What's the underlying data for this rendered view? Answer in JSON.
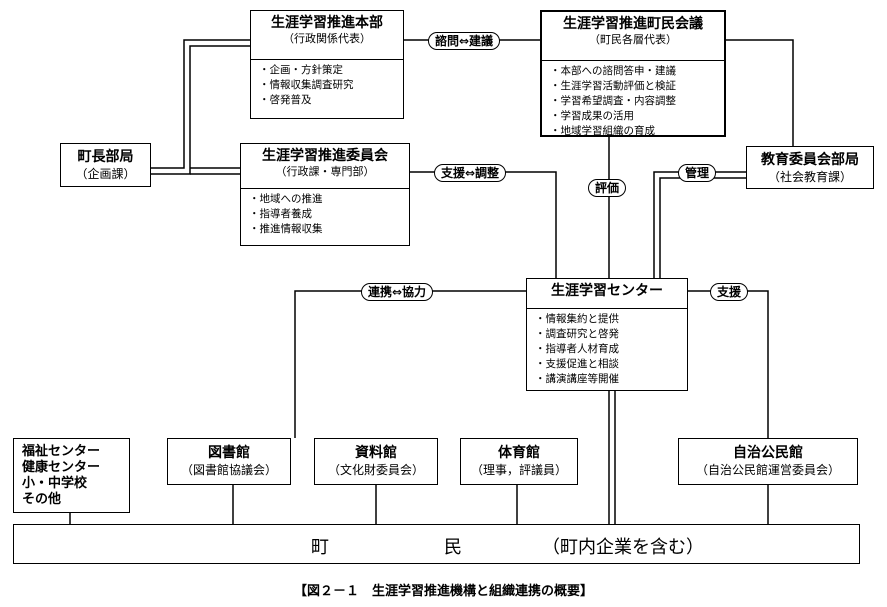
{
  "honbu": {
    "title": "生涯学習推進本部",
    "sub": "（行政関係代表）",
    "items": [
      "企画・方針策定",
      "情報収集調査研究",
      "啓発普及"
    ]
  },
  "kaigi": {
    "title": "生涯学習推進町民会議",
    "sub": "（町民各層代表）",
    "items": [
      "本部への諮問答申・建議",
      "生涯学習活動評価と検証",
      "学習希望調査・内容調整",
      "学習成果の活用",
      "地域学習組織の育成"
    ]
  },
  "iinkai": {
    "title": "生涯学習推進委員会",
    "sub": "（行政課・専門部）",
    "items": [
      "地域への推進",
      "指導者養成",
      "推進情報収集"
    ]
  },
  "chocho": {
    "title": "町長部局",
    "sub": "（企画課）"
  },
  "kyoiku": {
    "title": "教育委員会部局",
    "sub": "（社会教育課）"
  },
  "center": {
    "title": "生涯学習センター",
    "items": [
      "情報集約と提供",
      "調査研究と啓発",
      "指導者人材育成",
      "支援促進と相談",
      "講演講座等開催"
    ]
  },
  "fukushi": {
    "lines": [
      "福祉センター",
      "健康センター",
      "小・中学校",
      "その他"
    ]
  },
  "toshokan": {
    "title": "図書館",
    "sub": "（図書館協議会）"
  },
  "shiryokan": {
    "title": "資料館",
    "sub": "（文化財委員会）"
  },
  "taiikukan": {
    "title": "体育館",
    "sub": "（理事，評議員）"
  },
  "jichi": {
    "title": "自治公民館",
    "sub": "（自治公民館運営委員会）"
  },
  "labels": {
    "shimon": "諮問⇔建議",
    "shien_chosei": "支援⇔調整",
    "hyoka": "評価",
    "kanri": "管理",
    "renkei": "連携⇔協力",
    "shien": "支援"
  },
  "chomin": {
    "c1": "町",
    "c2": "民",
    "c3": "（町内企業を含む）"
  },
  "caption": "【図２－１　生涯学習推進機構と組織連携の概要】"
}
